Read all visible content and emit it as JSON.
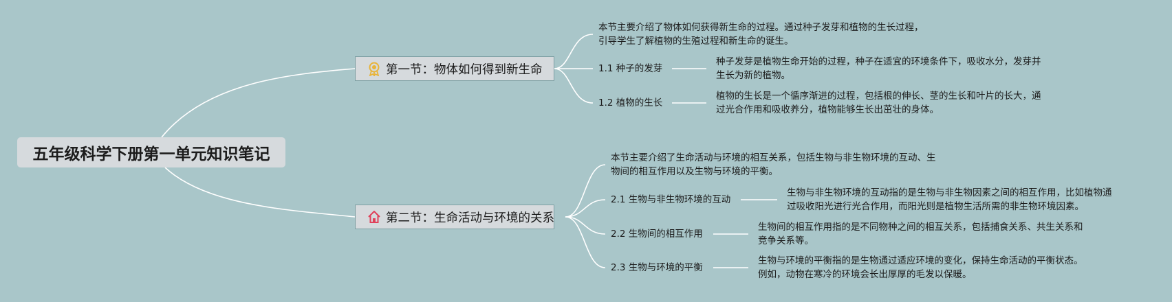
{
  "root": {
    "title": "五年级科学下册第一单元知识笔记"
  },
  "sections": [
    {
      "title": "第一节：物体如何得到新生命",
      "icon": "ribbon-badge-icon",
      "icon_color": "#e8b43a",
      "summary": [
        "本节主要介绍了物体如何获得新生命的过程。通过种子发芽和植物的生长过程，",
        "引导学生了解植物的生殖过程和新生命的诞生。"
      ],
      "topics": [
        {
          "label": "1.1 种子的发芽",
          "detail": [
            "种子发芽是植物生命开始的过程，种子在适宜的环境条件下，吸收水分，发芽并",
            "生长为新的植物。"
          ]
        },
        {
          "label": "1.2 植物的生长",
          "detail": [
            "植物的生长是一个循序渐进的过程，包括根的伸长、茎的生长和叶片的长大，通",
            "过光合作用和吸收养分，植物能够生长出茁壮的身体。"
          ]
        }
      ]
    },
    {
      "title": "第二节：生命活动与环境的关系",
      "icon": "home-icon",
      "icon_color": "#e0415a",
      "summary": [
        "本节主要介绍了生命活动与环境的相互关系，包括生物与非生物环境的互动、生",
        "物间的相互作用以及生物与环境的平衡。"
      ],
      "topics": [
        {
          "label": "2.1 生物与非生物环境的互动",
          "detail": [
            "生物与非生物环境的互动指的是生物与非生物因素之间的相互作用，比如植物通",
            "过吸收阳光进行光合作用，而阳光则是植物生活所需的非生物环境因素。"
          ]
        },
        {
          "label": "2.2 生物间的相互作用",
          "detail": [
            "生物间的相互作用指的是不同物种之间的相互关系，包括捕食关系、共生关系和",
            "竞争关系等。"
          ]
        },
        {
          "label": "2.3 生物与环境的平衡",
          "detail": [
            "生物与环境的平衡指的是生物通过适应环境的变化，保持生命活动的平衡状态。",
            "例如，动物在寒冷的环境会长出厚厚的毛发以保暖。"
          ]
        }
      ]
    }
  ]
}
